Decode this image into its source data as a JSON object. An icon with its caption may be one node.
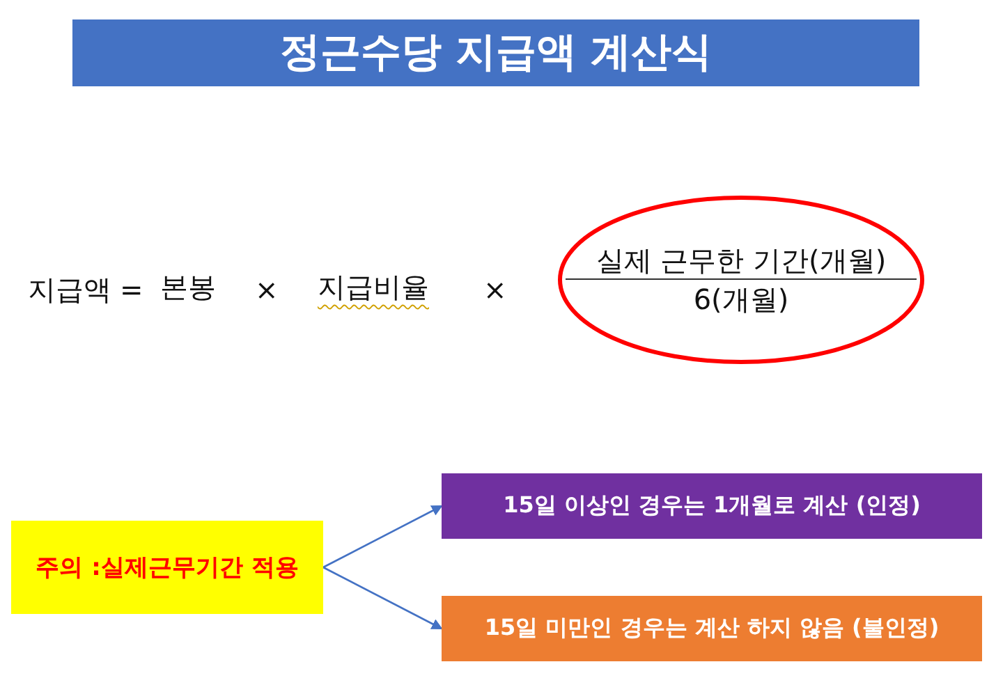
{
  "diagram": {
    "title": "정근수당 지급액 계산식",
    "nodes": [
      {
        "text": [
          "실제 근무한 기간(개월)",
          "6(개월)"
        ]
      },
      {
        "text": [
          "주의 :실제근무기간 적용"
        ]
      },
      {
        "text": [
          "15일 이상인 경우는 1개월로 계산 (인정)"
        ]
      },
      {
        "text": [
          "15일 미만인 경우는 계산 하지 않음 (불인정)"
        ]
      }
    ],
    "edges": [
      {
        "from": 1,
        "to": 2,
        "arrow": "to"
      },
      {
        "from": 1,
        "to": 3,
        "arrow": "to"
      }
    ],
    "labels": [
      "지급액",
      "=",
      "본봉",
      "×",
      "지급비율",
      "×"
    ]
  }
}
